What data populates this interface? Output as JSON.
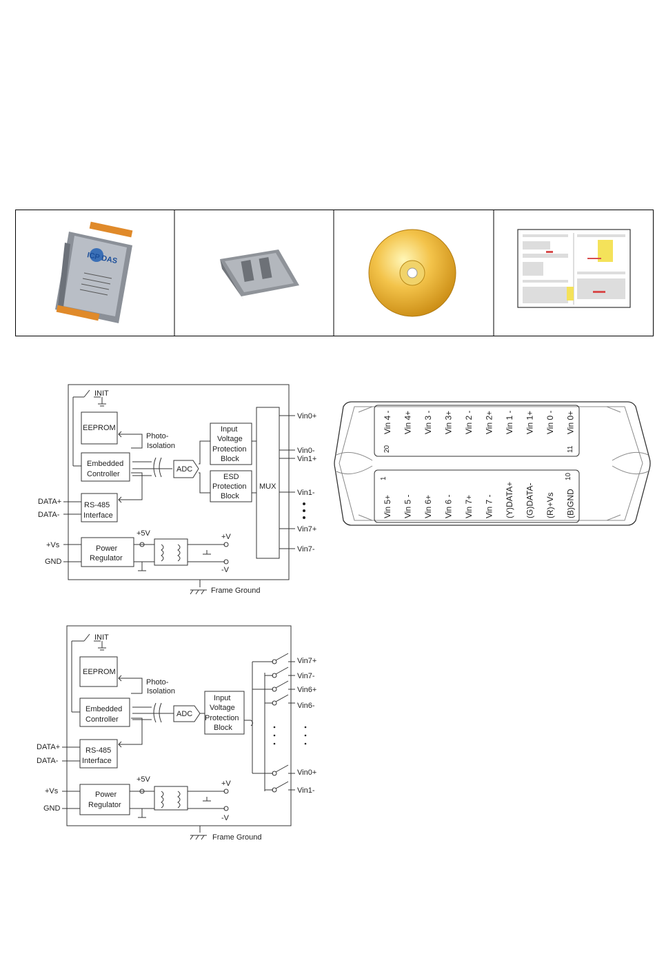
{
  "products": {
    "cells": [
      {
        "icon": "io-module-icon"
      },
      {
        "icon": "din-rail-mount-icon"
      },
      {
        "icon": "cd-disc-icon"
      },
      {
        "icon": "quick-start-sheet-icon"
      }
    ],
    "module_logo_text": "ICP DAS"
  },
  "diagram_diff": {
    "init": "INIT",
    "eeprom": "EEPROM",
    "photo": "Photo-",
    "isolation": "Isolation",
    "embedded_1": "Embedded",
    "embedded_2": "Controller",
    "adc": "ADC",
    "ivp_1": "Input",
    "ivp_2": "Voltage",
    "ivp_3": "Protection",
    "ivp_4": "Block",
    "esd_1": "ESD",
    "esd_2": "Protection",
    "esd_3": "Block",
    "mux": "MUX",
    "rs485_1": "RS-485",
    "rs485_2": "Interface",
    "data_plus": "DATA+",
    "data_minus": "DATA-",
    "vs": "+Vs",
    "gnd": "GND",
    "power_1": "Power",
    "power_2": "Regulator",
    "p5v": "+5V",
    "pv": "+V",
    "mv": "-V",
    "frame_ground": "Frame Ground",
    "vin0p": "Vin0+",
    "vin0m": "Vin0-",
    "vin1p": "Vin1+",
    "vin1m": "Vin1-",
    "vin7p": "Vin7+",
    "vin7m": "Vin7-"
  },
  "diagram_se": {
    "init": "INIT",
    "eeprom": "EEPROM",
    "photo": "Photo-",
    "isolation": "Isolation",
    "embedded_1": "Embedded",
    "embedded_2": "Controller",
    "adc": "ADC",
    "ivp_1": "Input",
    "ivp_2": "Voltage",
    "ivp_3": "Protection",
    "ivp_4": "Block",
    "rs485_1": "RS-485",
    "rs485_2": "Interface",
    "data_plus": "DATA+",
    "data_minus": "DATA-",
    "vs": "+Vs",
    "gnd": "GND",
    "power_1": "Power",
    "power_2": "Regulator",
    "p5v": "+5V",
    "pv": "+V",
    "mv": "-V",
    "frame_ground": "Frame Ground",
    "vin7p": "Vin7+",
    "vin7m": "Vin7-",
    "vin6p": "Vin6+",
    "vin6m": "Vin6-",
    "vin0p": "Vin0+",
    "vin1m": "Vin1-"
  },
  "pinout": {
    "top_pins": [
      "Vin 4 -",
      "Vin 4+",
      "Vin 3 -",
      "Vin 3+",
      "Vin 2 -",
      "Vin 2+",
      "Vin 1 -",
      "Vin 1+",
      "Vin 0 -",
      "Vin 0+"
    ],
    "bottom_pins": [
      "Vin 5+",
      "Vin 5 -",
      "Vin 6+",
      "Vin 6 -",
      "Vin 7+",
      "Vin 7 -",
      "(Y)DATA+",
      "(G)DATA-",
      "(R)+Vs",
      "(B)GND"
    ],
    "num_20": "20",
    "num_11": "11",
    "num_1": "1",
    "num_10": "10"
  }
}
